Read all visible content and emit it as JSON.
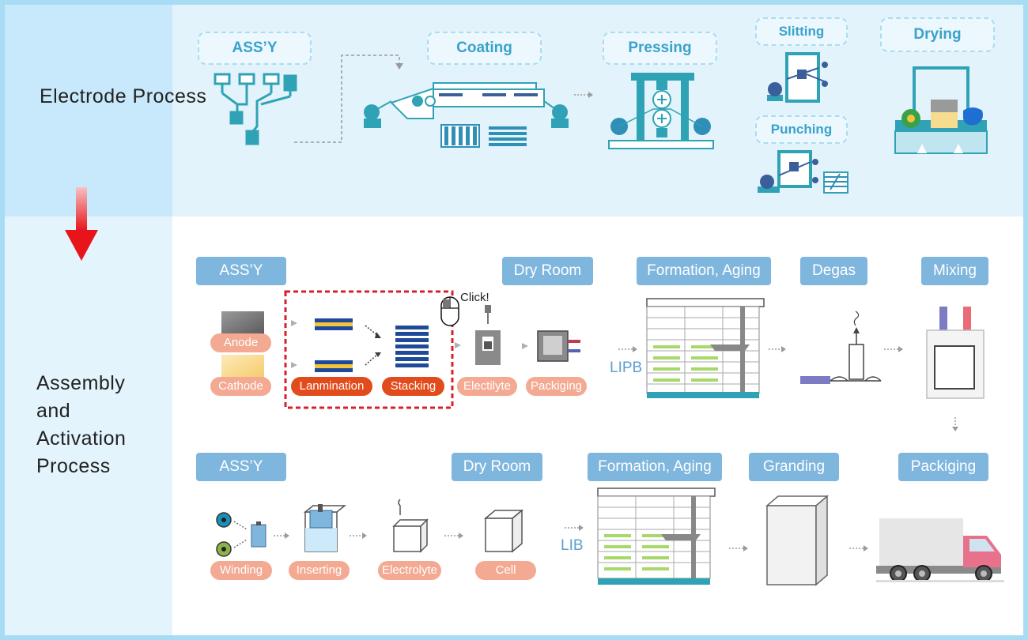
{
  "sections": {
    "electrode": "Electrode Process",
    "assembly": "Assembly and Activation Process"
  },
  "electrode": {
    "assy": "ASS’Y",
    "coating": "Coating",
    "pressing": "Pressing",
    "slitting": "Slitting",
    "punching": "Punching",
    "drying": "Drying"
  },
  "lipb": {
    "assy": "ASS’Y",
    "dry_room": "Dry Room",
    "formation": "Formation, Aging",
    "degas": "Degas",
    "mixing": "Mixing",
    "anode": "Anode",
    "cathode": "Cathode",
    "lamination": "Lanmination",
    "stacking": "Stacking",
    "electrolyte": "Electilyte",
    "packaging": "Packiging",
    "click": "Click!",
    "tag": "LIPB"
  },
  "lib": {
    "assy": "ASS’Y",
    "dry_room": "Dry Room",
    "formation": "Formation, Aging",
    "grading": "Granding",
    "packaging": "Packiging",
    "winding": "Winding",
    "inserting": "Inserting",
    "electrolyte": "Electrolyte",
    "cell": "Cell",
    "tag": "LIB"
  },
  "colors": {
    "teal": "#2fa3b5",
    "process_arrow": "#e8141b",
    "highlight": "#d8202a",
    "salmon": "#f3a992",
    "active": "#e24b1c",
    "blue_pill": "#7fb6dd"
  }
}
